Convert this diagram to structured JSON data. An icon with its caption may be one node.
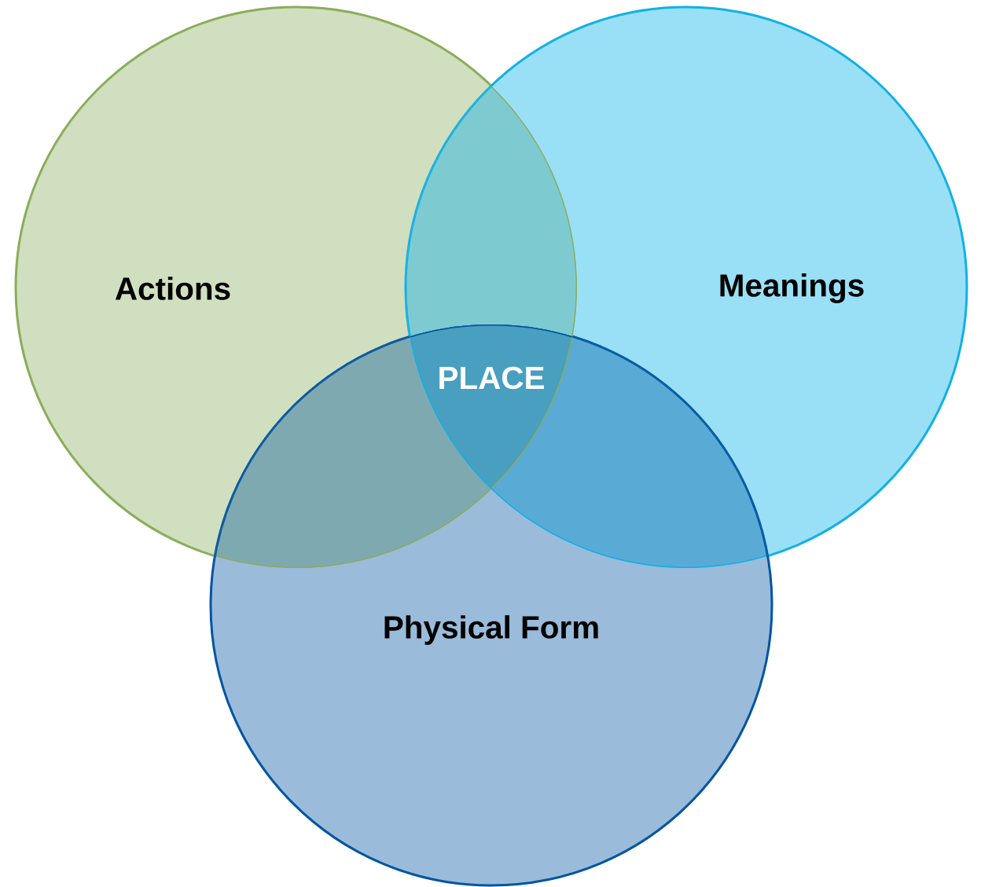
{
  "diagram": {
    "nodes": [
      {
        "text": [
          "Actions"
        ]
      },
      {
        "text": [
          "Meanings"
        ]
      },
      {
        "text": [
          "Physical Form"
        ]
      }
    ],
    "labels": [
      "PLACE"
    ]
  }
}
